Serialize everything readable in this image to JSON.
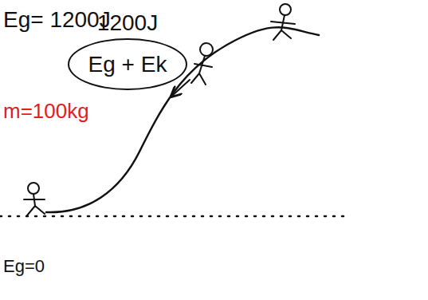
{
  "diagram": {
    "nodes": [
      {
        "text": [
          "1200J",
          "Eg + Ek"
        ]
      }
    ],
    "labels": [
      "Eg= 1200J",
      "m=100kg",
      "Eg=0"
    ]
  }
}
